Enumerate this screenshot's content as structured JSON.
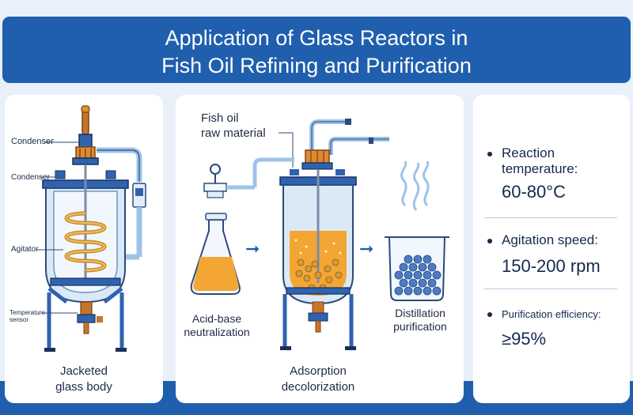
{
  "header": {
    "title_line1": "Application of Glass Reactors in",
    "title_line2": "Fish Oil Refining and Purification"
  },
  "panel_left": {
    "labels": [
      "Condenser",
      "Condenser",
      "Agitator",
      "Temperature",
      "sensor"
    ],
    "caption_line1": "Jacketed",
    "caption_line2": "glass body"
  },
  "panel_middle": {
    "raw_label_line1": "Fish oil",
    "raw_label_line2": "raw material",
    "step1_line1": "Acid-base",
    "step1_line2": "neutralization",
    "step2_line1": "Adsorption",
    "step2_line2": "decolorization",
    "step3_line1": "Distillation",
    "step3_line2": "purification",
    "arrow_glyph": "➞"
  },
  "panel_right": {
    "stats": [
      {
        "label_line1": "Reaction",
        "label_line2": "temperature:",
        "value": "60-80°C"
      },
      {
        "label_line1": "Agitation speed:",
        "label_line2": "",
        "value": "150-200 rpm"
      },
      {
        "label_line1": "Purification efficiency:",
        "label_line2": "",
        "value": "≥95%"
      }
    ]
  },
  "colors": {
    "brand_blue": "#1f5fae",
    "background": "#e9f0f9",
    "oil_orange": "#f4a635",
    "copper": "#c8742a",
    "text_dark": "#1d2b45"
  },
  "icons": [
    "glass-reactor-icon",
    "erlenmeyer-flask-icon",
    "adsorption-reactor-icon",
    "beaker-icon",
    "steam-icon",
    "arrow-right-icon"
  ]
}
